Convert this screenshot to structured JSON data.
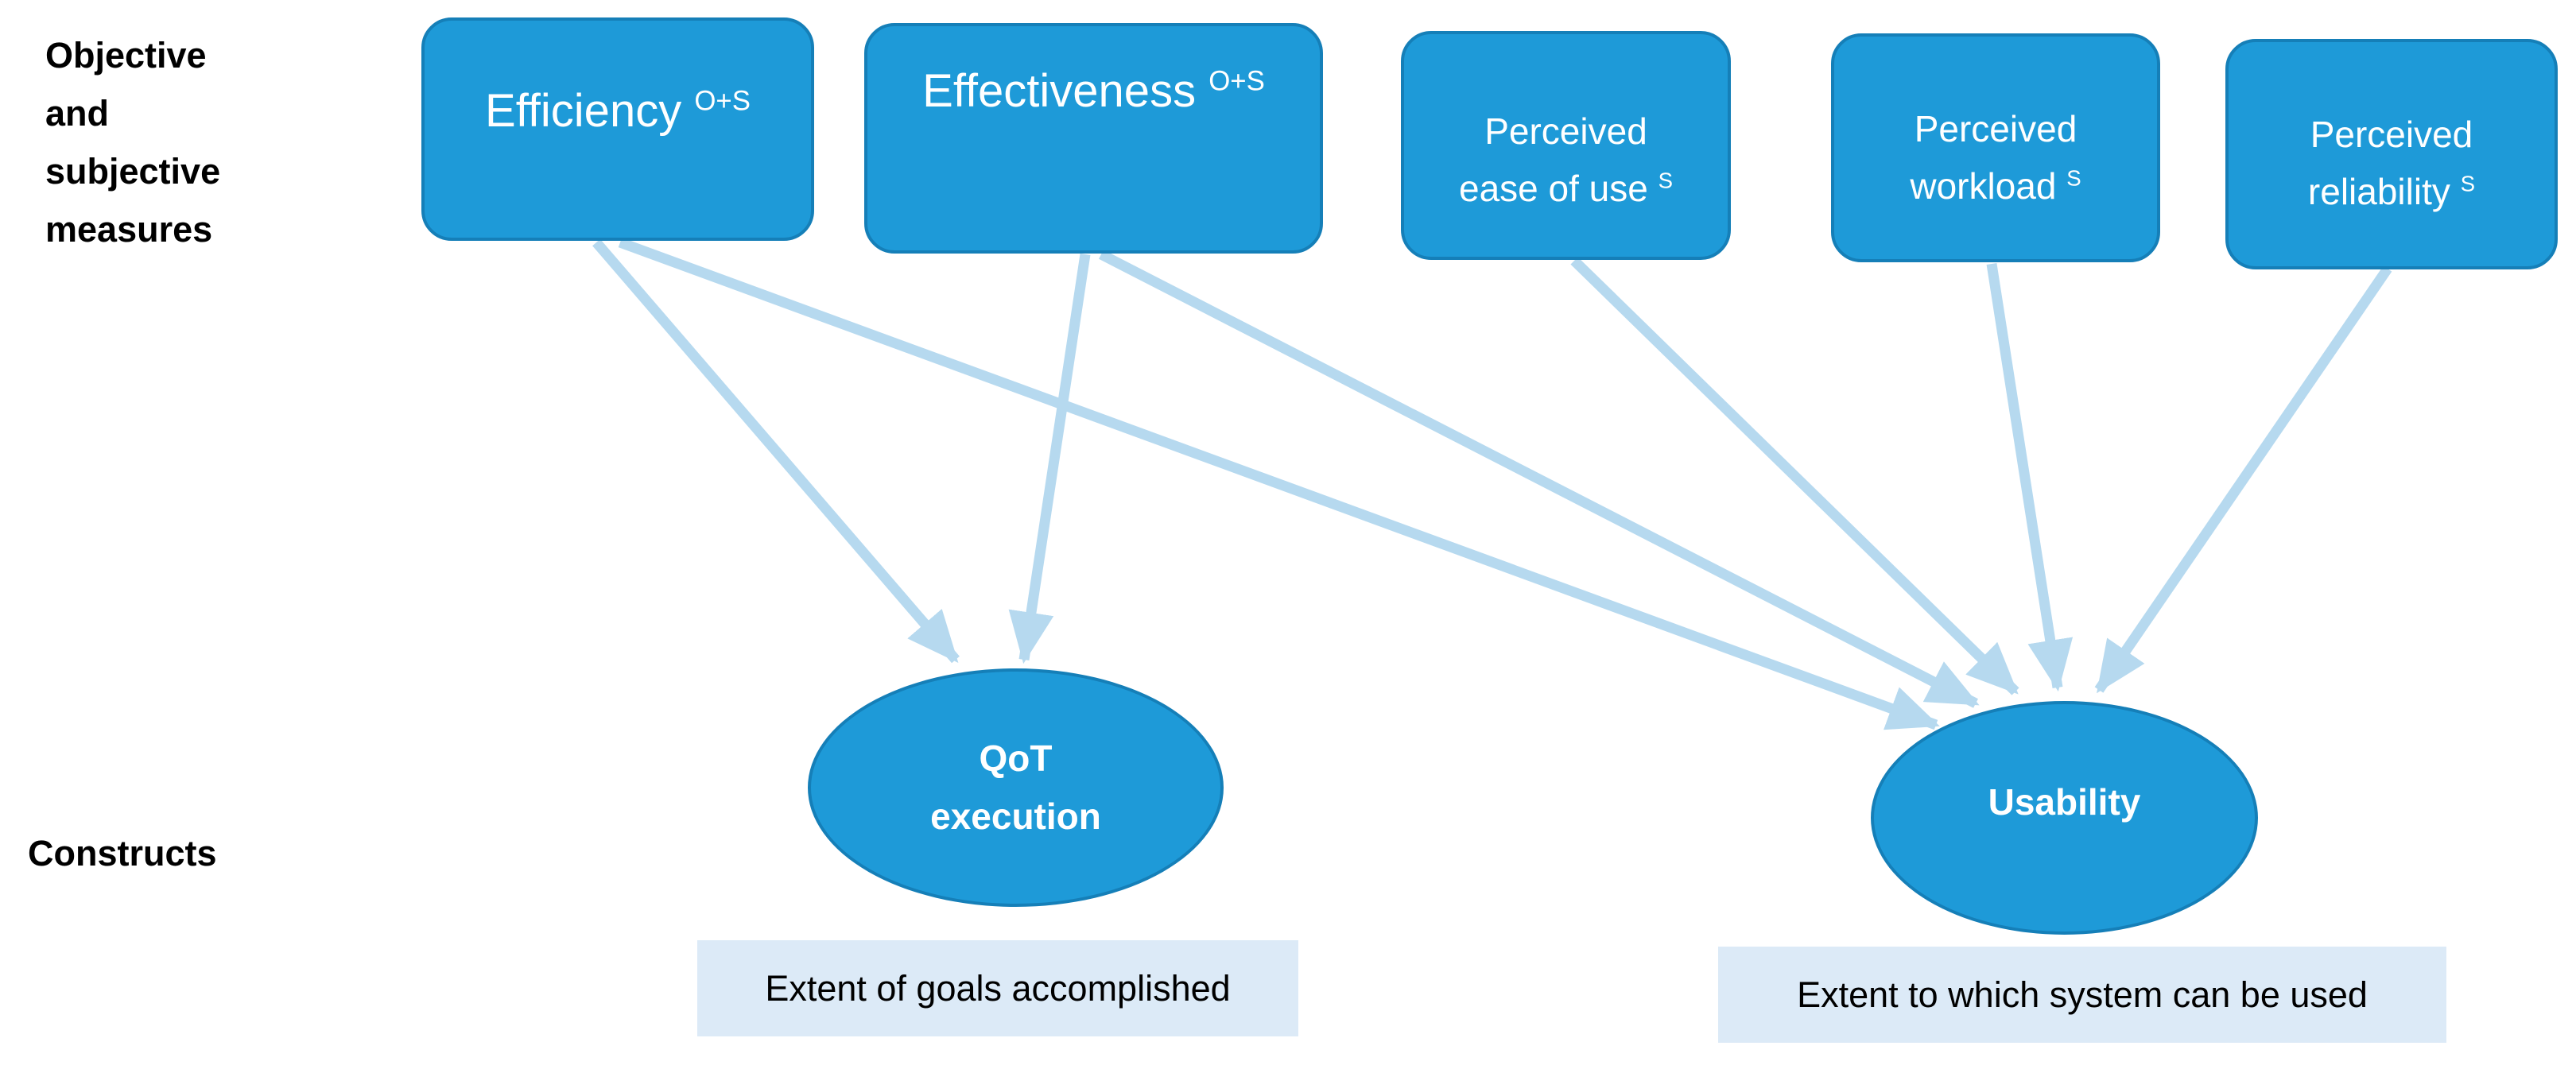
{
  "labels": {
    "measures_heading": "Objective and subjective measures",
    "constructs_heading": "Constructs"
  },
  "measures": [
    {
      "id": "efficiency",
      "label": "Efficiency",
      "sup": "O+S"
    },
    {
      "id": "effectiveness",
      "label": "Effectiveness",
      "sup": "O+S"
    },
    {
      "id": "ease",
      "label_line1": "Perceived",
      "label_line2": "ease of use",
      "sup": "S"
    },
    {
      "id": "workload",
      "label_line1": "Perceived",
      "label_line2": "workload",
      "sup": "S"
    },
    {
      "id": "reliability",
      "label_line1": "Perceived",
      "label_line2": "reliability",
      "sup": "S"
    }
  ],
  "constructs": [
    {
      "id": "qot",
      "line1": "QoT",
      "line2": "execution",
      "definition": "Extent of goals accomplished"
    },
    {
      "id": "usability",
      "line1": "Usability",
      "definition": "Extent to which system can be used"
    }
  ],
  "links": [
    {
      "from": "Efficiency",
      "to": "QoT execution"
    },
    {
      "from": "Efficiency",
      "to": "Usability"
    },
    {
      "from": "Effectiveness",
      "to": "QoT execution"
    },
    {
      "from": "Effectiveness",
      "to": "Usability"
    },
    {
      "from": "Perceived ease of use",
      "to": "Usability"
    },
    {
      "from": "Perceived workload",
      "to": "Usability"
    },
    {
      "from": "Perceived reliability",
      "to": "Usability"
    }
  ],
  "colors": {
    "node_fill": "#1e9ad8",
    "node_border": "#157fb8",
    "arrow": "#b6d9ef",
    "definition_fill": "#dceaf7"
  }
}
